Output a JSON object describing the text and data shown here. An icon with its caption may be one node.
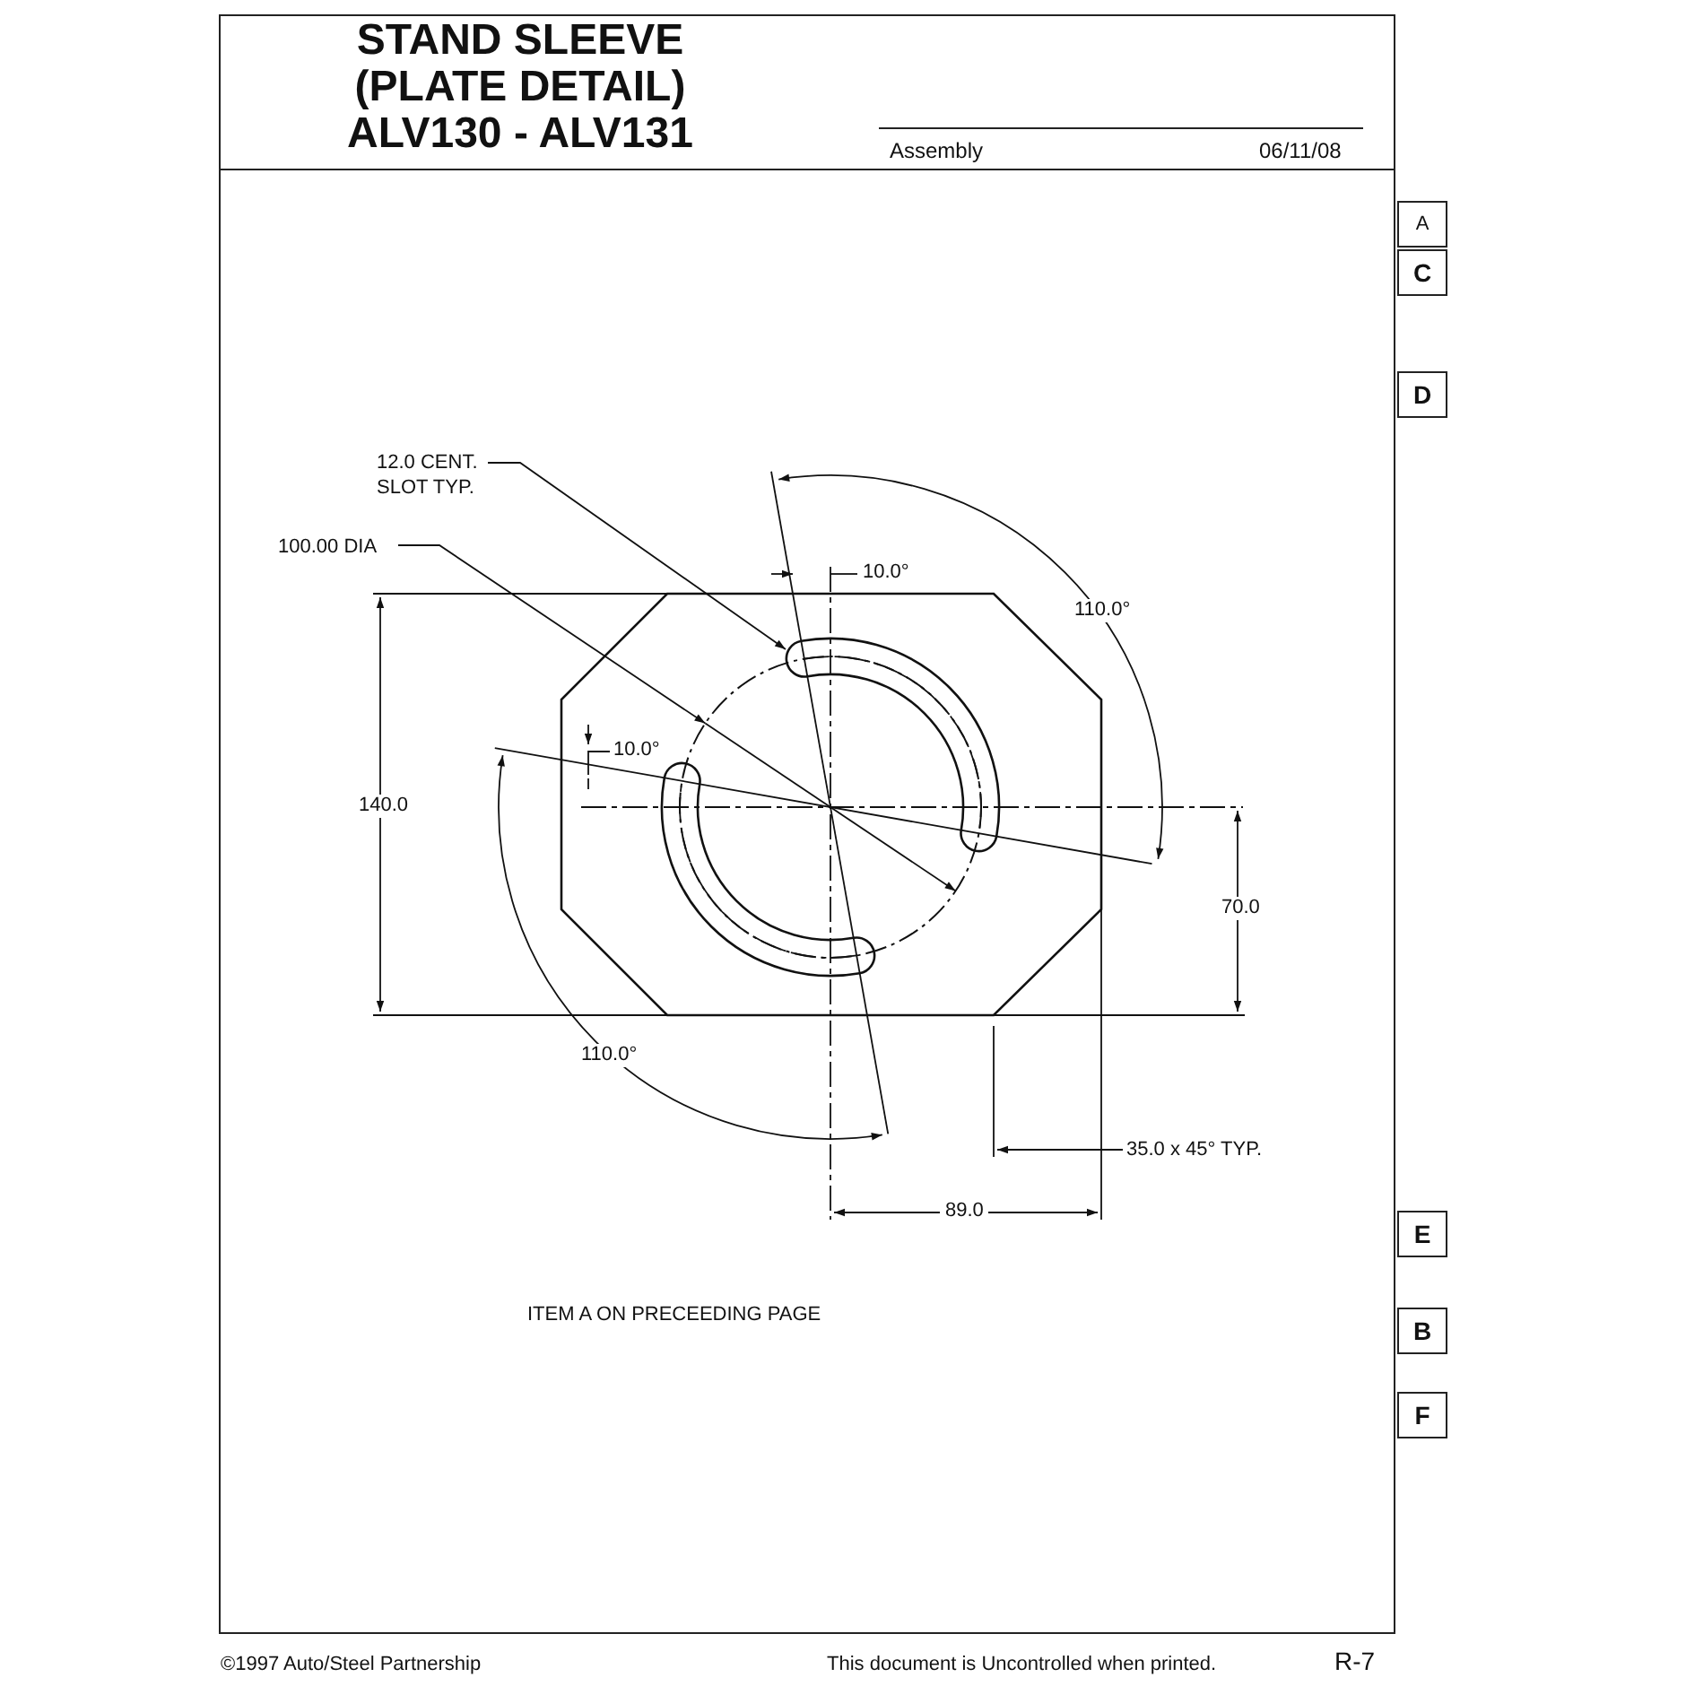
{
  "diagram": {
    "title": "STAND SLEEVE (PLATE DETAIL) ALV130 - ALV131",
    "nodes": [
      {
        "text": [
          "12.0 CENT. SLOT TYP."
        ]
      },
      {
        "text": [],
        "shape": "slot"
      },
      {
        "text": [],
        "shape": "slot"
      },
      {
        "text": [
          "100.00 DIA"
        ]
      },
      {
        "text": [],
        "shape": "circle"
      },
      {
        "text": [
          "A"
        ]
      },
      {
        "text": [
          "C"
        ]
      },
      {
        "text": [
          "D"
        ]
      },
      {
        "text": [
          "E"
        ]
      },
      {
        "text": [
          "B"
        ]
      },
      {
        "text": [
          "F"
        ]
      }
    ],
    "edges": [
      {
        "from": 0,
        "to": 1,
        "arrow": "to"
      },
      {
        "from": 3,
        "to": 4,
        "arrow": "to"
      }
    ],
    "labels": [
      "Assembly",
      "06/11/08",
      "10.0°",
      "110.0°",
      "10.0°",
      "140.0",
      "70.0",
      "110.0°",
      "35.0 x 45° TYP.",
      "89.0",
      "ITEM A ON PRECEEDING PAGE",
      "©1997 Auto/Steel Partnership",
      "This document is Uncontrolled when printed.",
      "R-7"
    ]
  }
}
